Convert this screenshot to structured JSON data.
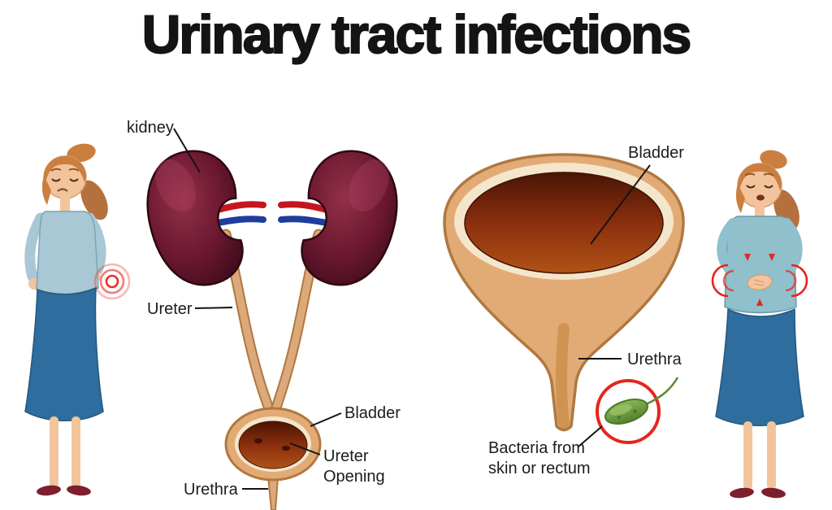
{
  "title": "Urinary tract infections",
  "urinary_system_diagram": {
    "labels": {
      "kidney": "kidney",
      "ureter": "Ureter",
      "bladder": "Bladder",
      "ureter_opening_line1": "Ureter",
      "ureter_opening_line2": "Opening",
      "urethra": "Urethra"
    }
  },
  "bladder_closeup_diagram": {
    "labels": {
      "bladder": "Bladder",
      "urethra": "Urethra",
      "bacteria_line1": "Bacteria from",
      "bacteria_line2": "skin or rectum"
    }
  },
  "colors": {
    "pain_indicator": "#e6251c",
    "kidney": "#6b1830",
    "ureter": "#dca97b",
    "bladder_wall": "#e2ab75",
    "bladder_lining": "#f4e6cb",
    "urine": "#8a2f0e",
    "artery": "#c4161c",
    "vein": "#1f3d9c",
    "bacteria": "#6f9e3f",
    "skin": "#f3c49c",
    "hair": "#cb7f3f",
    "top_left_woman": "#a9c7d4",
    "top_right_woman": "#8fc0cc",
    "skirt": "#2e6d9d",
    "shoes": "#7d1f2e"
  }
}
